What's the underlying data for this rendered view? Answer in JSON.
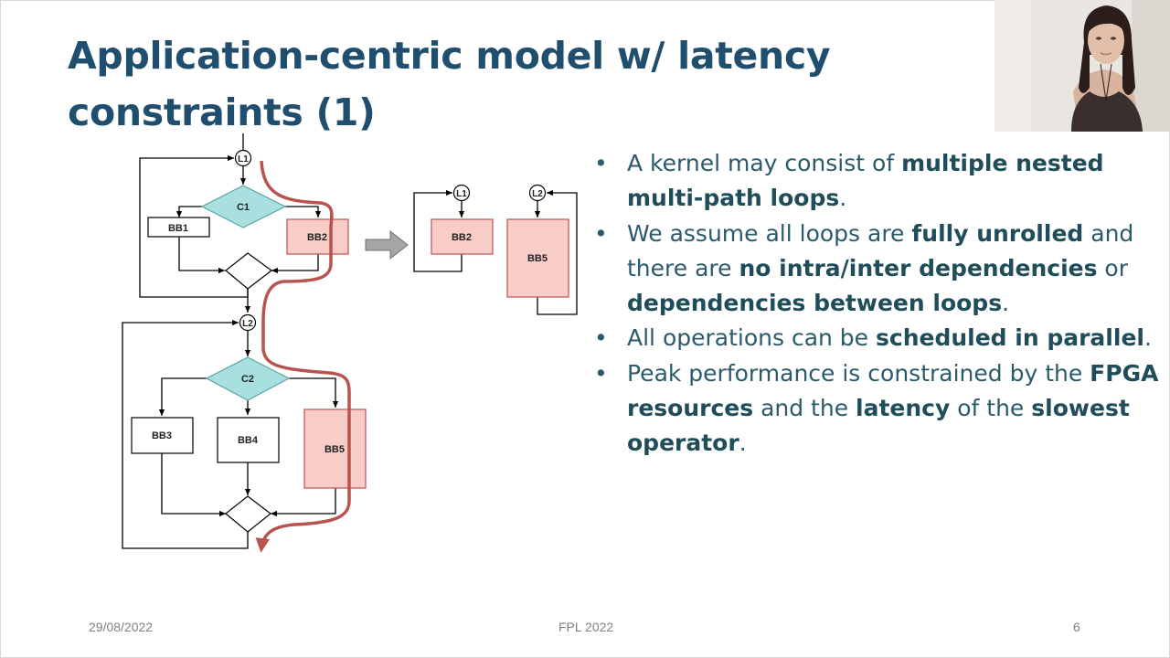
{
  "slide": {
    "title_line1": "Application-centric model w/ latency",
    "title_line2": "constraints (1)",
    "bullets": [
      [
        {
          "t": "A kernel may consist of "
        },
        {
          "t": "multiple nested multi-path loops",
          "b": true
        },
        {
          "t": "."
        }
      ],
      [
        {
          "t": "We assume all loops are "
        },
        {
          "t": "fully unrolled",
          "b": true
        },
        {
          "t": " and there are "
        },
        {
          "t": "no intra/inter dependencies",
          "b": true
        },
        {
          "t": " or "
        },
        {
          "t": "dependencies between loops",
          "b": true
        },
        {
          "t": "."
        }
      ],
      [
        {
          "t": "All operations can be "
        },
        {
          "t": "scheduled in parallel",
          "b": true
        },
        {
          "t": "."
        }
      ],
      [
        {
          "t": "Peak performance is constrained by the "
        },
        {
          "t": "FPGA resources",
          "b": true
        },
        {
          "t": " and the "
        },
        {
          "t": "latency",
          "b": true
        },
        {
          "t": " of the "
        },
        {
          "t": "slowest operator",
          "b": true
        },
        {
          "t": "."
        }
      ]
    ]
  },
  "diagram": {
    "loop1_label": "L1",
    "loop2_label": "L2",
    "cond1_label": "C1",
    "cond2_label": "C2",
    "bb1_label": "BB1",
    "bb2_label": "BB2",
    "bb3_label": "BB3",
    "bb4_label": "BB4",
    "bb5_label": "BB5",
    "reduced_l1_label": "L1",
    "reduced_l2_label": "L2",
    "reduced_bb2_label": "BB2",
    "reduced_bb5_label": "BB5"
  },
  "footer": {
    "date": "29/08/2022",
    "conference": "FPL 2022",
    "page": "6"
  },
  "colors": {
    "title": "#1f4e6e",
    "text": "#2b5a6c",
    "decision_fill": "#a8e0e0",
    "highlight_block": "#f8cdc8",
    "critical_path": "#b85450"
  }
}
